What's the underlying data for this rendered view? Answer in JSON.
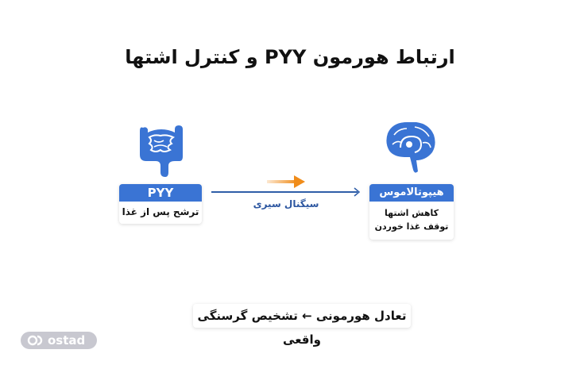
{
  "title": "ارتباط هورمون PYY و کنترل اشتها",
  "nodes": {
    "source": {
      "icon": "intestine-icon",
      "header": "PYY",
      "body": [
        "ترشح پس از غذا"
      ]
    },
    "target": {
      "icon": "brain-icon",
      "header": "هیپوتالاموس",
      "body": [
        "کاهش اشتها",
        "توقف غذا خوردن"
      ]
    }
  },
  "connector": {
    "label": "سیگنال سیری",
    "line_color": "#2f5ea8",
    "accent_arrow_color": "#f08c1a"
  },
  "summary": "تعادل هورمونی ← تشخیص گرسنگی واقعی",
  "logo": {
    "text": "ostad"
  },
  "colors": {
    "accent": "#3a74d4",
    "icon": "#3a74d4"
  }
}
